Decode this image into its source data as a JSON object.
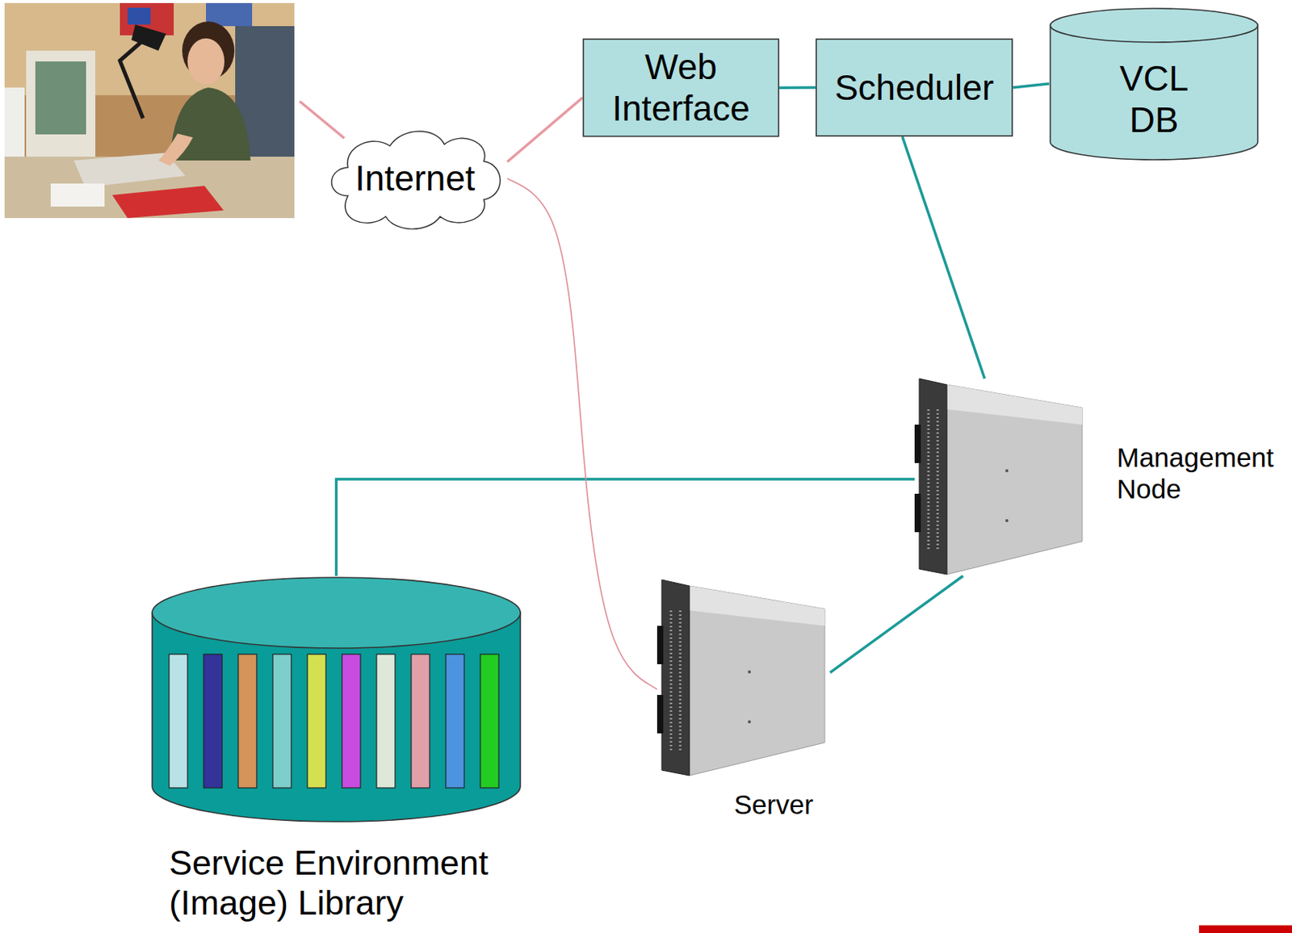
{
  "diagram": {
    "nodes": [
      {
        "text": [
          "Web Interface"
        ]
      },
      {
        "text": [
          "Scheduler"
        ]
      },
      {
        "text": [
          "VCL DB"
        ]
      },
      {
        "text": [
          "Internet"
        ]
      },
      {
        "text": [
          "Management Node"
        ]
      },
      {
        "text": [
          "Server"
        ]
      },
      {
        "text": [
          "Service Environment (Image) Library"
        ]
      }
    ],
    "edges": [
      {
        "from": 3,
        "to": 0,
        "arrow": "none"
      },
      {
        "from": 0,
        "to": 1,
        "arrow": "none"
      },
      {
        "from": 1,
        "to": 2,
        "arrow": "none"
      },
      {
        "from": 1,
        "to": 4,
        "arrow": "none"
      },
      {
        "from": 4,
        "to": 6,
        "arrow": "none"
      },
      {
        "from": 4,
        "to": 5,
        "arrow": "none"
      },
      {
        "from": 3,
        "to": 5,
        "arrow": "none"
      }
    ]
  }
}
